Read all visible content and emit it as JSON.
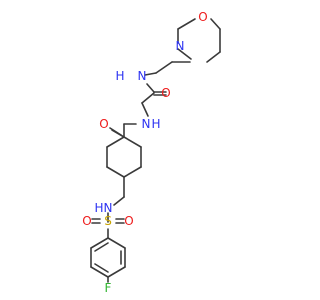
{
  "molecule": {
    "colors": {
      "N": "#2e34f2",
      "O": "#ee1c1c",
      "S": "#c8a400",
      "F": "#32b432",
      "bond": "#3a3a3a"
    },
    "atom_labels": {
      "morpholine_O": "O",
      "morpholine_N": "N",
      "amide1_N": "N",
      "amide1_H": "H",
      "amide1_O": "O",
      "amide2_N": "N",
      "amide2_H": "H",
      "amide2_O": "O",
      "sulfonamide_N": "N",
      "sulfonamide_H": "H",
      "sulfonyl_S": "S",
      "sulfonyl_O_left": "O",
      "sulfonyl_O_right": "O",
      "fluoro_F": "F"
    }
  }
}
